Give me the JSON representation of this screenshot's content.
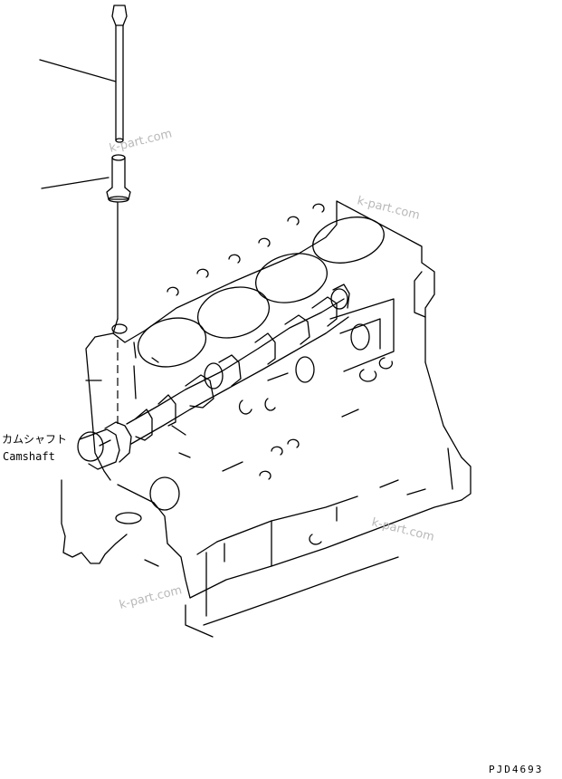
{
  "labels": {
    "camshaft_jp": "カムシャフト",
    "camshaft_en": "Camshaft",
    "drawing_code": "PJD4693"
  },
  "watermarks": [
    "k-part.com",
    "k-part.com",
    "k-part.com",
    "k-part.com"
  ]
}
